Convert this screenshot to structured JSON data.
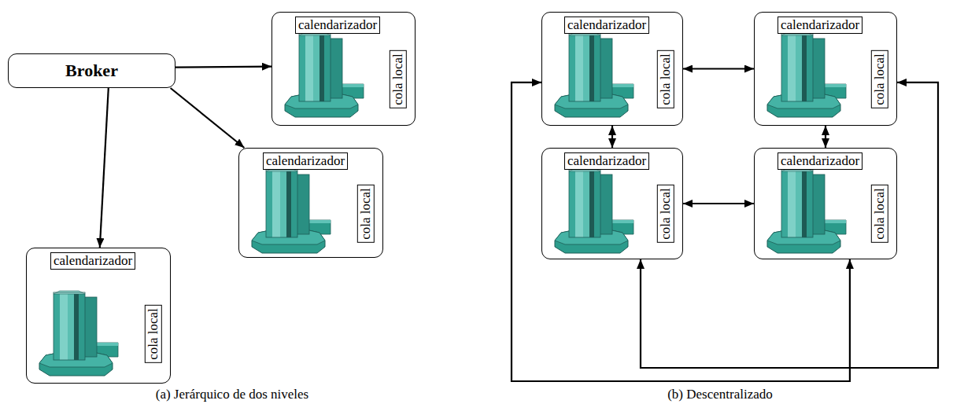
{
  "diagram": {
    "nodes": [
      {
        "text": [
          "Broker"
        ]
      },
      {
        "text": [
          "calendarizador",
          "cola local"
        ]
      },
      {
        "text": [
          "calendarizador",
          "cola local"
        ]
      },
      {
        "text": [
          "calendarizador",
          "cola local"
        ]
      },
      {
        "text": [
          "calendarizador",
          "cola local"
        ]
      },
      {
        "text": [
          "calendarizador",
          "cola local"
        ]
      },
      {
        "text": [
          "calendarizador",
          "cola local"
        ]
      },
      {
        "text": [
          "calendarizador",
          "cola local"
        ]
      }
    ],
    "edges": [
      {
        "from": 0,
        "to": 1,
        "arrow": "to"
      },
      {
        "from": 0,
        "to": 2,
        "arrow": "to"
      },
      {
        "from": 0,
        "to": 3,
        "arrow": "to"
      },
      {
        "from": 4,
        "to": 5,
        "arrow": "both"
      },
      {
        "from": 4,
        "to": 6,
        "arrow": "both"
      },
      {
        "from": 5,
        "to": 7,
        "arrow": "both"
      },
      {
        "from": 6,
        "to": 7,
        "arrow": "both"
      },
      {
        "from": 4,
        "to": 7,
        "arrow": "both"
      },
      {
        "from": 5,
        "to": 6,
        "arrow": "both"
      }
    ],
    "labels": [
      "(a) Jerárquico de dos niveles",
      "(b) Descentralizado"
    ]
  }
}
